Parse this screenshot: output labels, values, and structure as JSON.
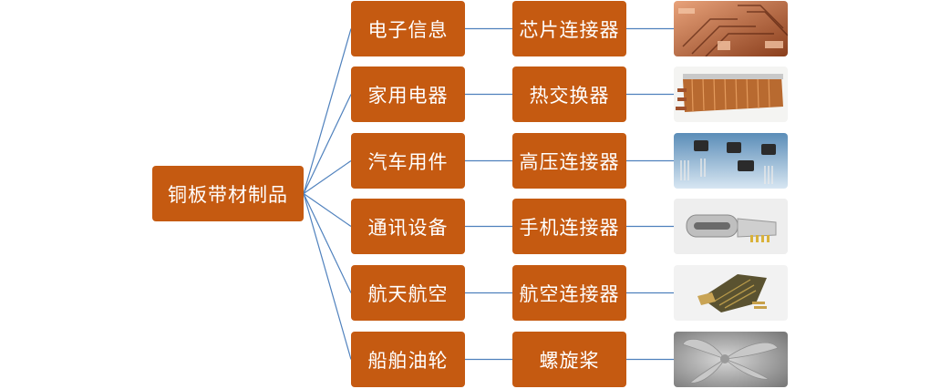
{
  "root": {
    "label": "铜板带材制品"
  },
  "branches": [
    {
      "category": "电子信息",
      "product": "芯片连接器",
      "image_icon": "chip-connector-photo"
    },
    {
      "category": "家用电器",
      "product": "热交换器",
      "image_icon": "heat-exchanger-photo"
    },
    {
      "category": "汽车用件",
      "product": "高压连接器",
      "image_icon": "high-voltage-connector-photo"
    },
    {
      "category": "通讯设备",
      "product": "手机连接器",
      "image_icon": "phone-connector-photo"
    },
    {
      "category": "航天航空",
      "product": "航空连接器",
      "image_icon": "aviation-connector-photo"
    },
    {
      "category": "船舶油轮",
      "product": "螺旋桨",
      "image_icon": "propeller-photo"
    }
  ],
  "colors": {
    "node_fill": "#c55a11",
    "node_text": "#ffffff",
    "connector": "#4f81bd"
  }
}
